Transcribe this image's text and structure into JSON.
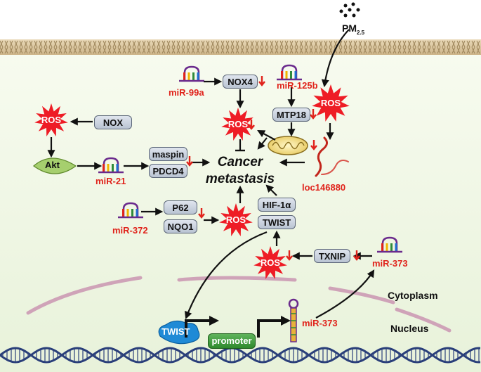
{
  "stimulus": {
    "label_main": "PM",
    "label_sub": "2.5"
  },
  "outcome": {
    "line1": "Cancer",
    "line2": "metastasis"
  },
  "ros_label": "ROS",
  "nodes": {
    "nox4": "NOX4",
    "mtp18": "MTP18",
    "nox": "NOX",
    "akt": "Akt",
    "maspin": "maspin",
    "pdcd4": "PDCD4",
    "p62": "P62",
    "nqo1": "NQO1",
    "hif1a": "HIF-1α",
    "twist": "TWIST",
    "txnip": "TXNIP",
    "twist_nuclear": "TWIST",
    "promoter": "promoter"
  },
  "mirnas": {
    "mir99a": "miR-99a",
    "mir125b": "miR-125b",
    "mir21": "miR-21",
    "mir372": "miR-372",
    "mir373": "miR-373",
    "mir373_nuclear": "miR-373",
    "loc146880": "loc146880"
  },
  "compartments": {
    "cytoplasm": "Cytoplasm",
    "nucleus": "Nucleus"
  },
  "colors": {
    "ros_red": "#ee1c25",
    "accent_red": "#e0231b",
    "box_border": "#5a6577",
    "akt_green": "#a6cf6e",
    "promoter_green": "#3d9a3b",
    "twist_blue": "#1f8ad6"
  }
}
